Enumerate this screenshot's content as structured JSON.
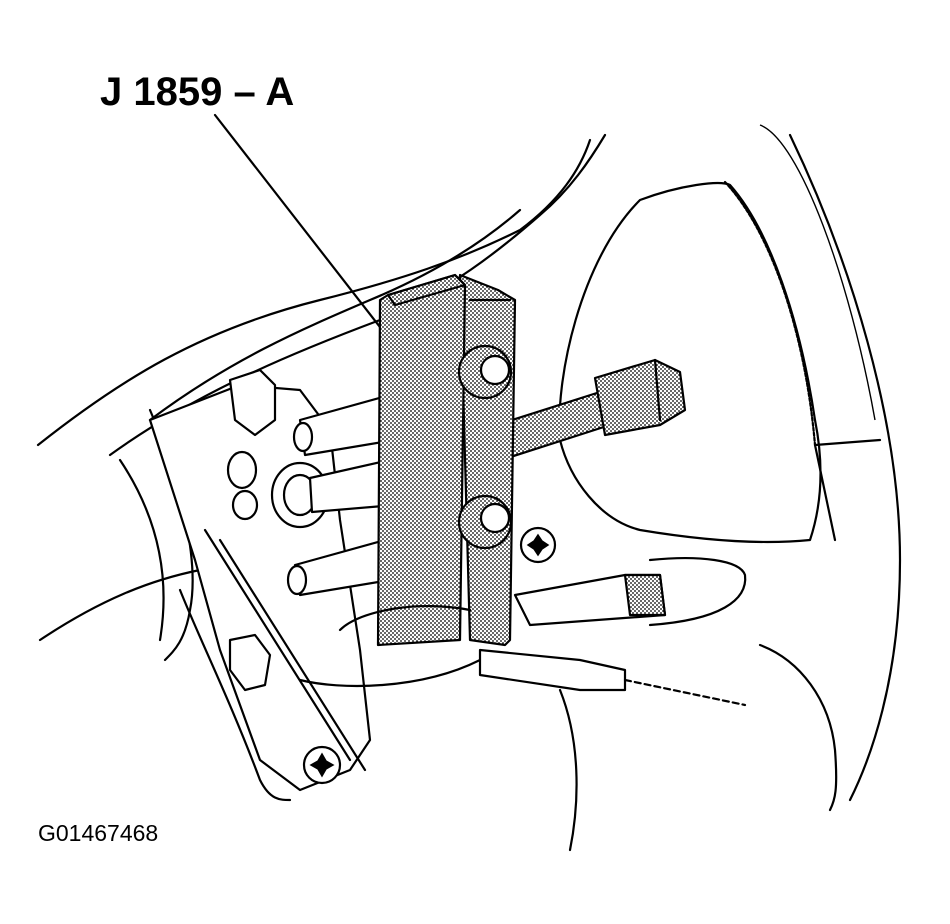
{
  "figure": {
    "tool_label": "J 1859 – A",
    "figure_id": "G01467468"
  },
  "icons": {
    "steering_wheel": "steering-wheel-outline",
    "puller_tool": "puller-tool",
    "torx_screws": "torx-screw-icon"
  }
}
